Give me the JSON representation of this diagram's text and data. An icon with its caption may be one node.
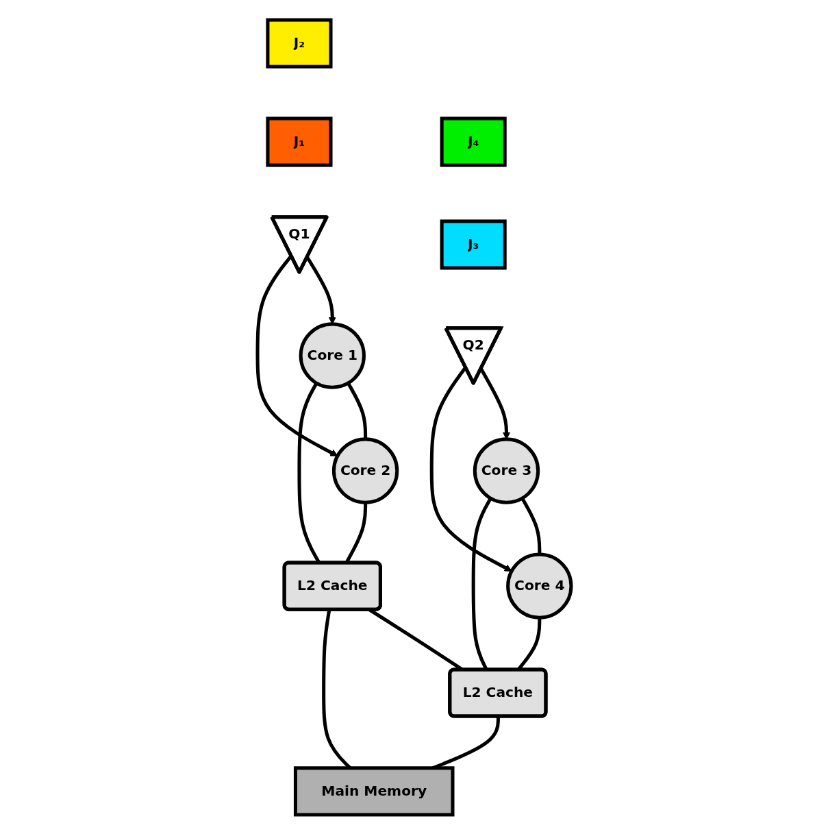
{
  "diagram": {
    "nodes": [
      {
        "text": [
          "J₂"
        ]
      },
      {
        "text": [
          "J₁"
        ]
      },
      {
        "text": [
          "Q1"
        ]
      },
      {
        "text": [
          "J₄"
        ]
      },
      {
        "text": [
          "J₃"
        ]
      },
      {
        "text": [
          "Q2"
        ]
      },
      {
        "text": [
          "Core 1"
        ]
      },
      {
        "text": [
          "Core 2"
        ]
      },
      {
        "text": [
          "Core 3"
        ]
      },
      {
        "text": [
          "Core 4"
        ]
      },
      {
        "text": [
          "L2 Cache"
        ]
      },
      {
        "text": [
          "L2 Cache"
        ]
      },
      {
        "text": [
          "Main Memory"
        ]
      }
    ],
    "edges": [
      {
        "from": 2,
        "to": 6,
        "arrow": "to"
      },
      {
        "from": 2,
        "to": 7,
        "arrow": "to"
      },
      {
        "from": 5,
        "to": 8,
        "arrow": "to"
      },
      {
        "from": 5,
        "to": 9,
        "arrow": "to"
      },
      {
        "from": 6,
        "to": 7,
        "arrow": "none"
      },
      {
        "from": 6,
        "to": 10,
        "arrow": "none"
      },
      {
        "from": 7,
        "to": 10,
        "arrow": "none"
      },
      {
        "from": 8,
        "to": 9,
        "arrow": "none"
      },
      {
        "from": 8,
        "to": 11,
        "arrow": "none"
      },
      {
        "from": 9,
        "to": 11,
        "arrow": "none"
      },
      {
        "from": 10,
        "to": 11,
        "arrow": "none"
      },
      {
        "from": 10,
        "to": 12,
        "arrow": "none"
      },
      {
        "from": 11,
        "to": 12,
        "arrow": "none"
      }
    ]
  }
}
